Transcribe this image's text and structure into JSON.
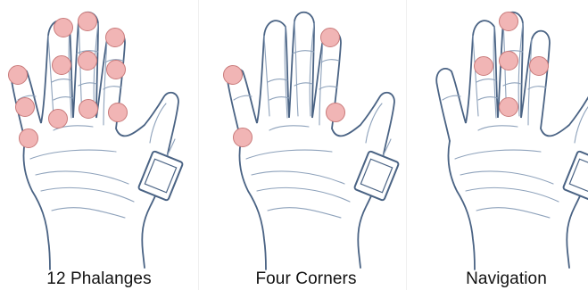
{
  "colors": {
    "sketch": "#4a6384",
    "sketch_light": "#8ea2bb",
    "dot_fill": "#f1b5b5",
    "dot_stroke": "#c97b7b"
  },
  "panels": [
    {
      "caption": "12 Phalanges",
      "dots": [
        "index-1",
        "index-2",
        "index-3",
        "middle-1",
        "middle-2",
        "middle-3",
        "ring-1",
        "ring-2",
        "ring-3",
        "pinky-1",
        "pinky-2",
        "pinky-3"
      ]
    },
    {
      "caption": "Four Corners",
      "dots": [
        "index-1",
        "index-3",
        "pinky-1",
        "pinky-3"
      ]
    },
    {
      "caption": "Navigation",
      "dots": [
        "middle-1",
        "middle-2",
        "middle-3",
        "index-2",
        "ring-2"
      ]
    }
  ]
}
